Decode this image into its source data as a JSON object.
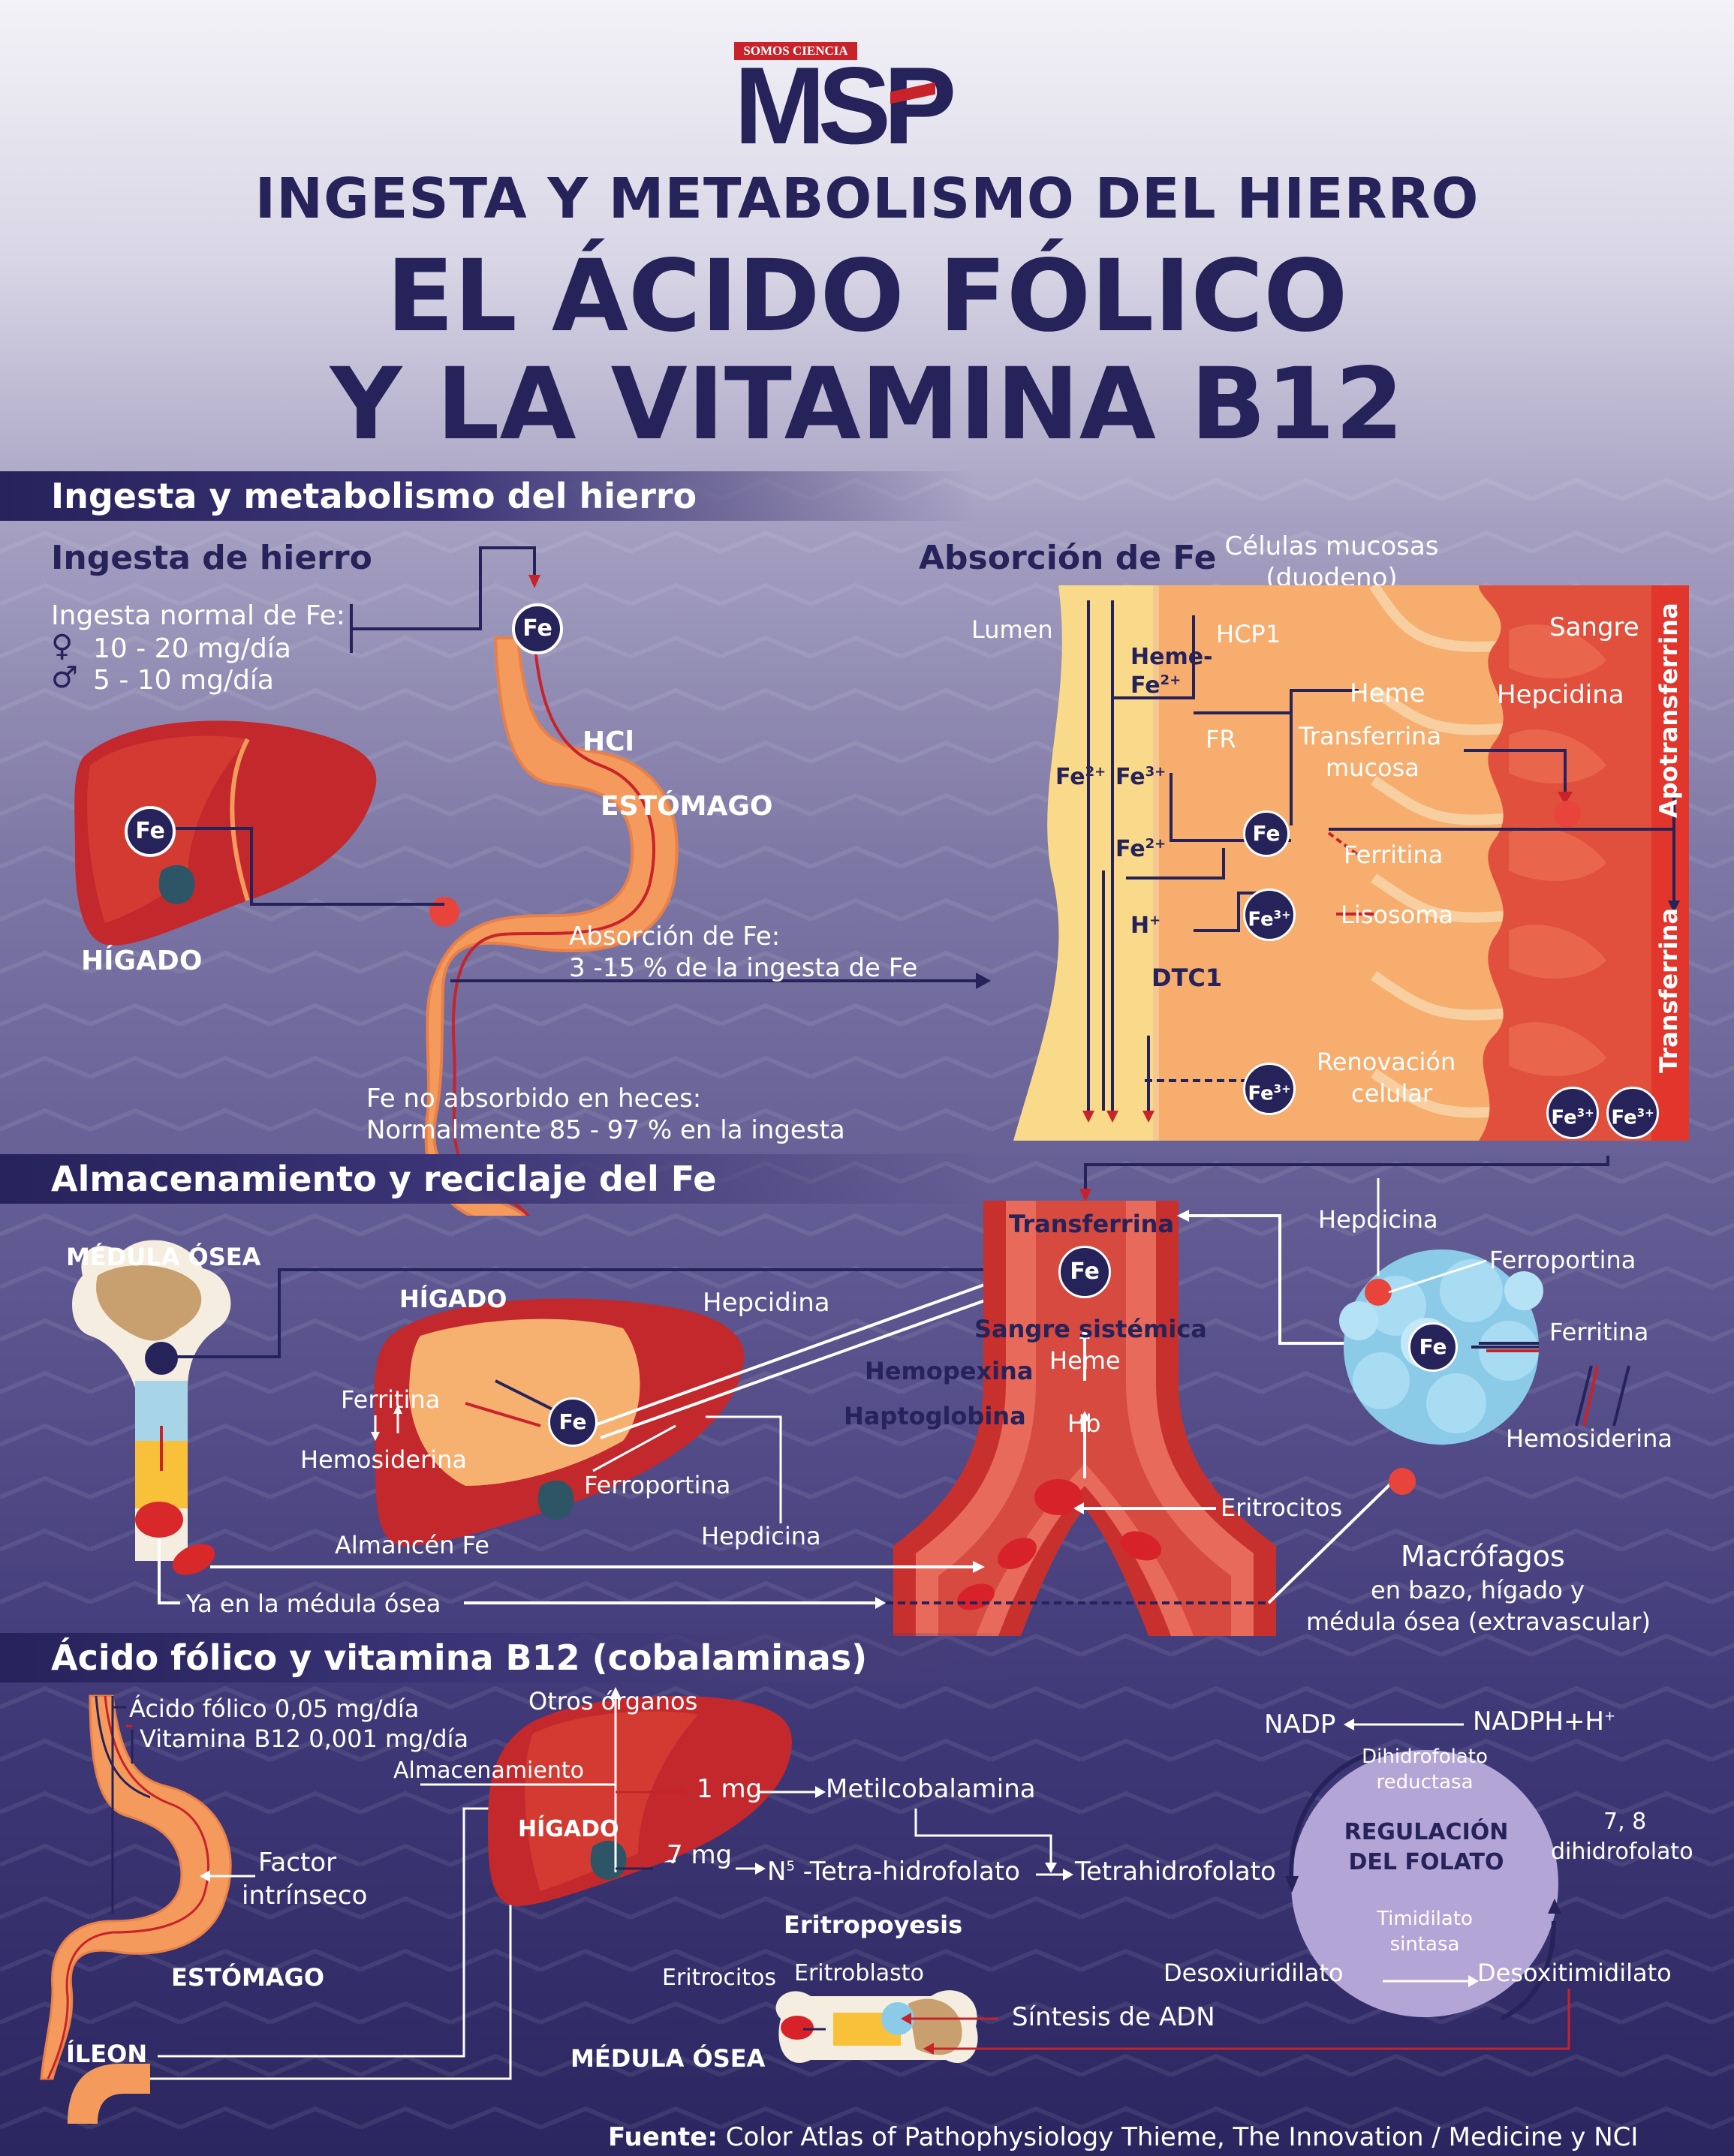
{
  "logo": {
    "brand": "SOMOS CIENCIA",
    "mark": "MSP"
  },
  "title": {
    "line1": "INGESTA Y METABOLISMO DEL HIERRO",
    "line2": "EL ÁCIDO FÓLICO",
    "line3": "Y LA VITAMINA B12"
  },
  "colors": {
    "navy": "#26225a",
    "red": "#c8222a",
    "orange": "#f39a5c",
    "cream": "#f9d98a",
    "blood": "#e0503c"
  },
  "section1": {
    "title": "Ingesta y metabolismo del hierro",
    "ingesta": {
      "heading": "Ingesta de hierro",
      "normal": "Ingesta normal de Fe:",
      "female": "10 - 20 mg/día",
      "male": "5 - 10 mg/día"
    },
    "fe": "Fe",
    "stomach": {
      "hcl": "HCl",
      "label": "ESTÓMAGO"
    },
    "liver": "HÍGADO",
    "absorption_l1": "Absorción de Fe:",
    "absorption_l2": "3 -15 % de la ingesta de Fe",
    "feces_l1": "Fe no absorbido en heces:",
    "feces_l2": "Normalmente 85 - 97 % en la ingesta",
    "panel": {
      "heading": "Absorción de Fe",
      "cells_l1": "Células mucosas",
      "cells_l2": "(duodeno)",
      "lumen": "Lumen",
      "sangre": "Sangre",
      "heme_fe": "Heme-",
      "heme_fe2": "Fe",
      "hcp1": "HCP1",
      "heme": "Heme",
      "hepcidina": "Hepcidina",
      "fr": "FR",
      "transferrina_mucosa_l1": "Transferrina",
      "transferrina_mucosa_l2": "mucosa",
      "fe2": "Fe",
      "fe3": "Fe",
      "ferritina": "Ferritina",
      "lisosoma": "Lisosoma",
      "h": "H",
      "dtc1": "DTC1",
      "renovacion_l1": "Renovación",
      "renovacion_l2": "celular",
      "apotransferrina": "Apotransferrina",
      "transferrina": "Transferrina",
      "sup2": "2+",
      "sup3": "3+",
      "supplus": "+"
    }
  },
  "section2": {
    "title": "Almacenamiento y reciclaje del Fe",
    "medula": "MÉDULA ÓSEA",
    "higado": "HÍGADO",
    "transferrina": "Transferrina",
    "hepcidina": "Hepcidina",
    "sangre_sistemica": "Sangre sistémica",
    "heme": "Heme",
    "hemopexina": "Hemopexina",
    "haptoglobina": "Haptoglobina",
    "hb": "Hb",
    "ferritina": "Ferritina",
    "hemosiderina": "Hemosiderina",
    "ferroportina": "Ferroportina",
    "hepdicina": "Hepdicina",
    "almacen": "Almancén Fe",
    "ya_medula": "Ya en la médula ósea",
    "eritrocitos": "Eritrocitos",
    "macro_hepdicina": "Hepdicina",
    "macro_ferroportina": "Ferroportina",
    "macro_ferritina": "Ferritina",
    "macro_hemosiderina": "Hemosiderina",
    "macrofagos": "Macrófagos",
    "macro_sub1": "en bazo, hígado y",
    "macro_sub2": "médula ósea (extravascular)"
  },
  "section3": {
    "title": "Ácido fólico y vitamina B12 (cobalaminas)",
    "acido": "Ácido fólico 0,05 mg/día",
    "vitamina": "Vitamina B12 0,001 mg/día",
    "otros": "Otros órganos",
    "almacenamiento": "Almacenamiento",
    "higado": "HÍGADO",
    "mg1": "1 mg",
    "mg7": "7 mg",
    "metilcobalamina": "Metilcobalamina",
    "n5": "N",
    "n5sup": "5",
    "tetra_hidro": " -Tetra-hidrofolato",
    "tetrahidrofolato": "Tetrahidrofolato",
    "factor_l1": "Factor",
    "factor_l2": "intrínseco",
    "estomago": "ESTÓMAGO",
    "ileon": "ÍLEON",
    "eritropoyesis": "Eritropoyesis",
    "eritrocitos": "Eritrocitos",
    "eritroblasto": "Eritroblasto",
    "sintesis": "Síntesis de ADN",
    "medula": "MÉDULA ÓSEA",
    "nadp": "NADP",
    "nadph": "NADPH+H",
    "dhfr_l1": "Dihidrofolato",
    "dhfr_l2": "reductasa",
    "regulacion_l1": "REGULACIÓN",
    "regulacion_l2": "DEL FOLATO",
    "timidilato_l1": "Timidilato",
    "timidilato_l2": "sintasa",
    "dihidro_l1": "7, 8",
    "dihidro_l2": "dihidrofolato",
    "desoxiuridilato": "Desoxiuridilato",
    "desoxitimidilato": "Desoxitimidilato"
  },
  "footer": {
    "label": "Fuente:",
    "text": " Color Atlas of Pathophysiology Thieme, The Innovation / Medicine y NCI"
  }
}
